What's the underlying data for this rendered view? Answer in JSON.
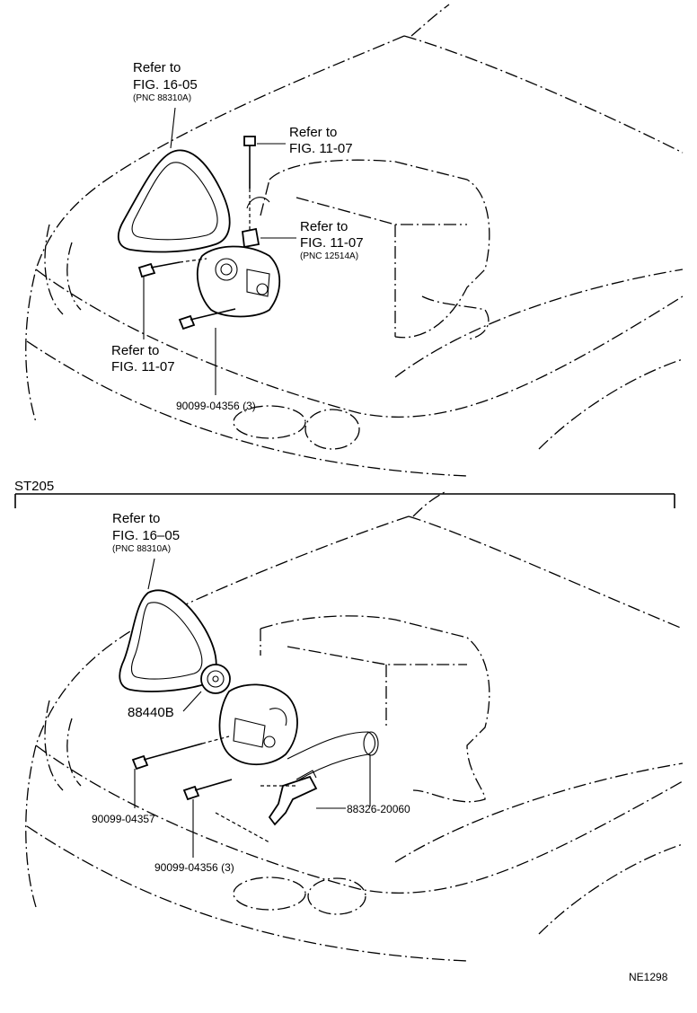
{
  "top_view": {
    "ref_belt": {
      "line1": "Refer to",
      "line2": "FIG. 16-05",
      "pnc": "(PNC 88310A)"
    },
    "ref_bolt_top": {
      "line1": "Refer to",
      "line2": "FIG. 11-07"
    },
    "ref_bracket": {
      "line1": "Refer to",
      "line2": "FIG. 11-07",
      "pnc": "(PNC 12514A)"
    },
    "ref_bolt_left": {
      "line1": "Refer to",
      "line2": "FIG. 11-07"
    },
    "part_bolt": "90099-04356 (3)"
  },
  "section_label": "ST205",
  "bottom_view": {
    "ref_belt": {
      "line1": "Refer to",
      "line2": "FIG. 16–05",
      "pnc": "(PNC 88310A)"
    },
    "part_pulley": "88440B",
    "part_bolt_long": "90099-04357",
    "part_bracket": "88326-20060",
    "part_bolt": "90099-04356 (3)"
  },
  "figure_code": "NE1298"
}
